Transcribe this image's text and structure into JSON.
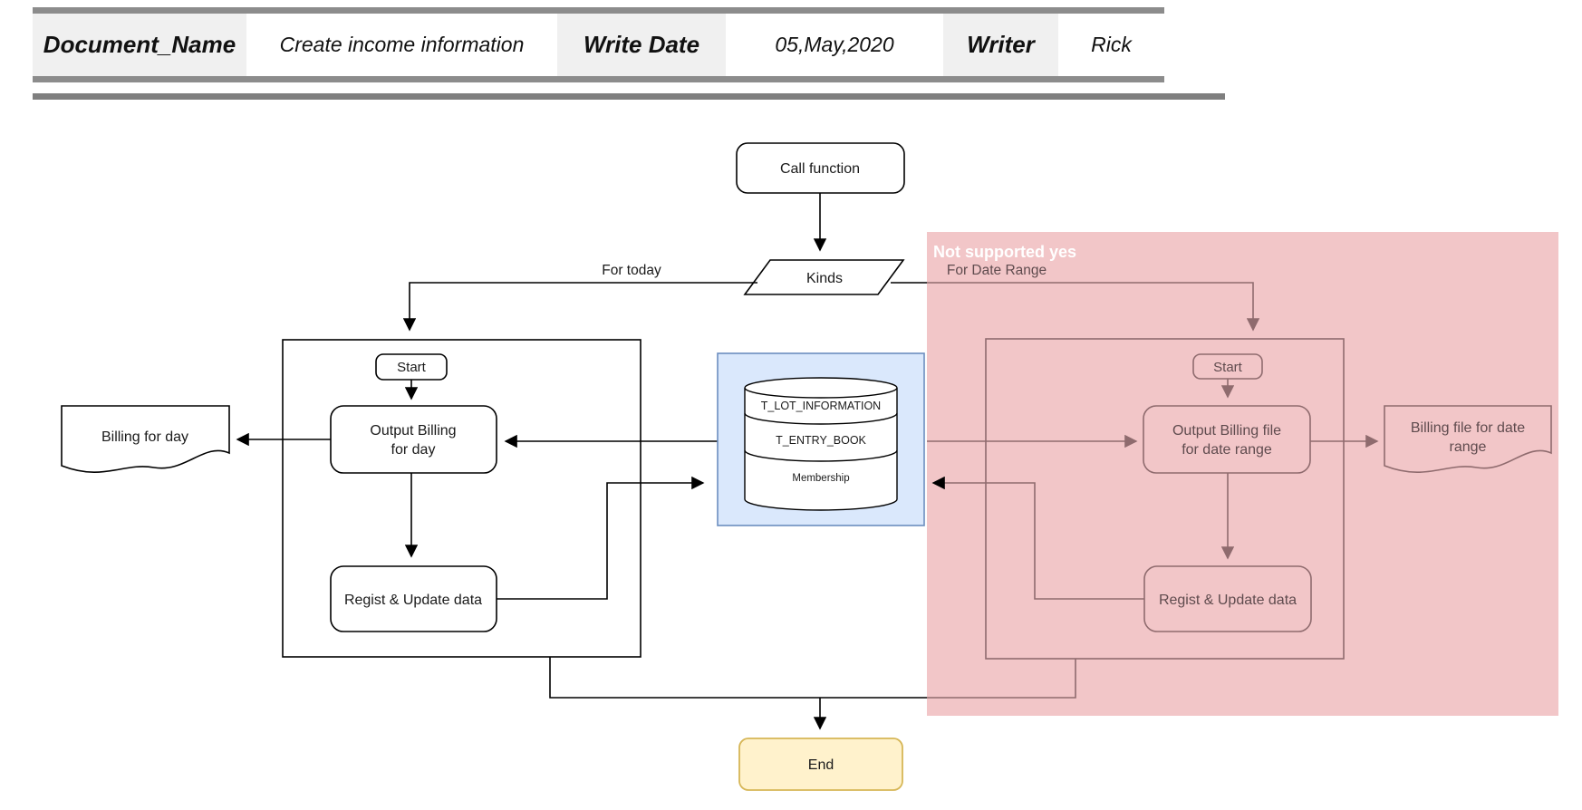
{
  "header": {
    "fields": [
      {
        "label": "Document_Name",
        "value": "Create income information"
      },
      {
        "label": "Write Date",
        "value": "05,May,2020"
      },
      {
        "label": "Writer",
        "value": "Rick"
      }
    ]
  },
  "flowchart": {
    "nodes": {
      "call_function": "Call function",
      "kinds": "Kinds",
      "start_left": "Start",
      "output_billing_day_line1": "Output Billing",
      "output_billing_day_line2": "for day",
      "regist_update_left": "Regist & Update data",
      "billing_for_day": "Billing for day",
      "db_tables": [
        "T_LOT_INFORMATION",
        "T_ENTRY_BOOK",
        "Membership"
      ],
      "start_right": "Start",
      "output_billing_range_line1": "Output Billing file",
      "output_billing_range_line2": "for date range",
      "regist_update_right": "Regist & Update data",
      "billing_file_range_line1": "Billing file for date",
      "billing_file_range_line2": "range",
      "end": "End"
    },
    "edge_labels": {
      "for_today": "For today",
      "for_date_range": "For Date Range"
    },
    "overlay_label": "Not supported yes"
  },
  "colors": {
    "header_bar": "#8c8c8c",
    "header_cell_bg": "#f0f0f0",
    "divider": "#7f7f7f",
    "line_black": "#000000",
    "pink_overlay": "#f2c6c8",
    "muted_stroke": "#8f6b6e",
    "muted_text": "#5f4b4e",
    "blue_fill": "#dae8fc",
    "blue_stroke": "#6c8ebf",
    "yellow_fill": "#fff2cc",
    "yellow_stroke": "#d6b656"
  }
}
